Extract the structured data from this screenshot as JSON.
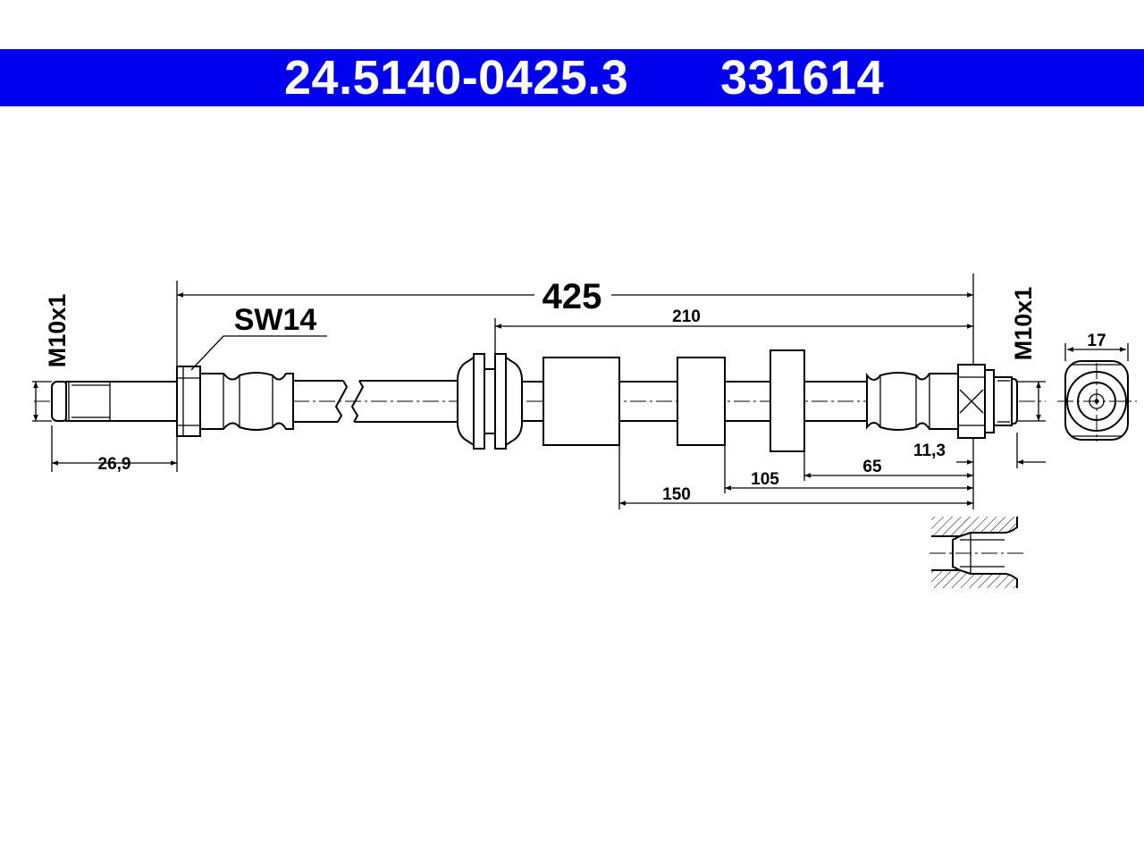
{
  "header": {
    "part_number": "24.5140-0425.3",
    "reference_number": "331614",
    "background_color": "#0000ee",
    "text_color": "#ffffff"
  },
  "drawing": {
    "overall_length": "425",
    "wrench_size": "SW14",
    "thread_left": "M10x1",
    "thread_right": "M10x1",
    "left_thread_length": "26,9",
    "hex_width": "17",
    "dim_210": "210",
    "dim_150": "150",
    "dim_105": "105",
    "dim_65": "65",
    "dim_11_3": "11,3"
  }
}
